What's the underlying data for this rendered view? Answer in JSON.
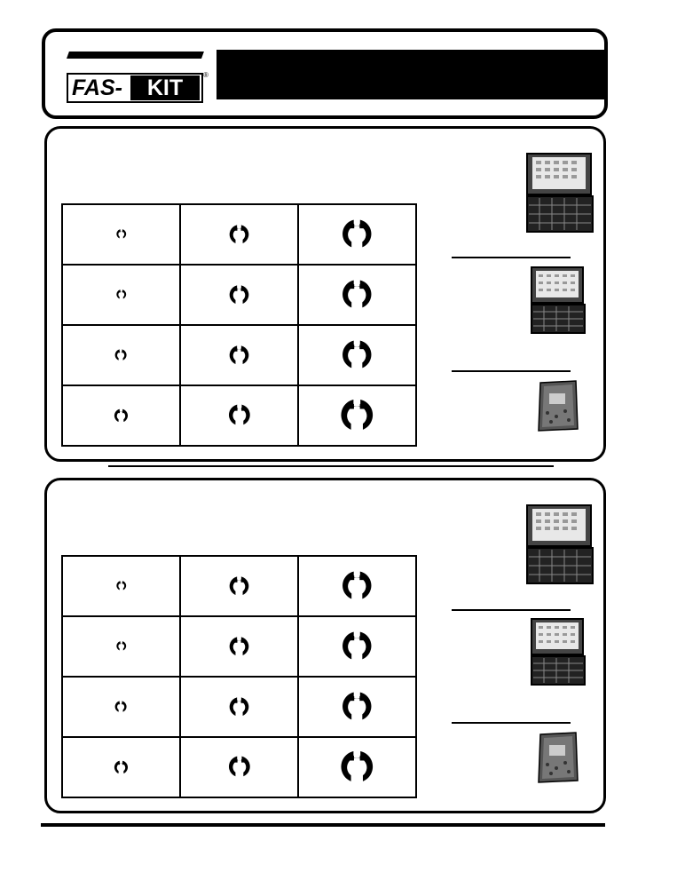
{
  "brand": {
    "logo_left": "FAS-",
    "logo_right": "KIT",
    "registered": "®"
  },
  "icons": {
    "clip": "e-clip-retaining-ring-icon",
    "kit_case": "assortment-kit-case-image",
    "bag": "parts-bag-image"
  },
  "colors": {
    "ink": "#000000",
    "paper": "#ffffff"
  },
  "panels": [
    {
      "grid": [
        [
          {
            "ring_scale": 1
          },
          {
            "ring_scale": 2
          },
          {
            "ring_scale": 3
          }
        ],
        [
          {
            "ring_scale": 1
          },
          {
            "ring_scale": 2
          },
          {
            "ring_scale": 3
          }
        ],
        [
          {
            "ring_scale": 1.2
          },
          {
            "ring_scale": 2
          },
          {
            "ring_scale": 3
          }
        ],
        [
          {
            "ring_scale": 1.4
          },
          {
            "ring_scale": 2.2
          },
          {
            "ring_scale": 3.3
          }
        ]
      ],
      "side_images": [
        "kit_case",
        "kit_case",
        "bag"
      ]
    },
    {
      "grid": [
        [
          {
            "ring_scale": 1
          },
          {
            "ring_scale": 2
          },
          {
            "ring_scale": 3
          }
        ],
        [
          {
            "ring_scale": 1
          },
          {
            "ring_scale": 2
          },
          {
            "ring_scale": 3
          }
        ],
        [
          {
            "ring_scale": 1.2
          },
          {
            "ring_scale": 2
          },
          {
            "ring_scale": 3
          }
        ],
        [
          {
            "ring_scale": 1.4
          },
          {
            "ring_scale": 2.2
          },
          {
            "ring_scale": 3.3
          }
        ]
      ],
      "side_images": [
        "kit_case",
        "kit_case",
        "bag"
      ]
    }
  ]
}
